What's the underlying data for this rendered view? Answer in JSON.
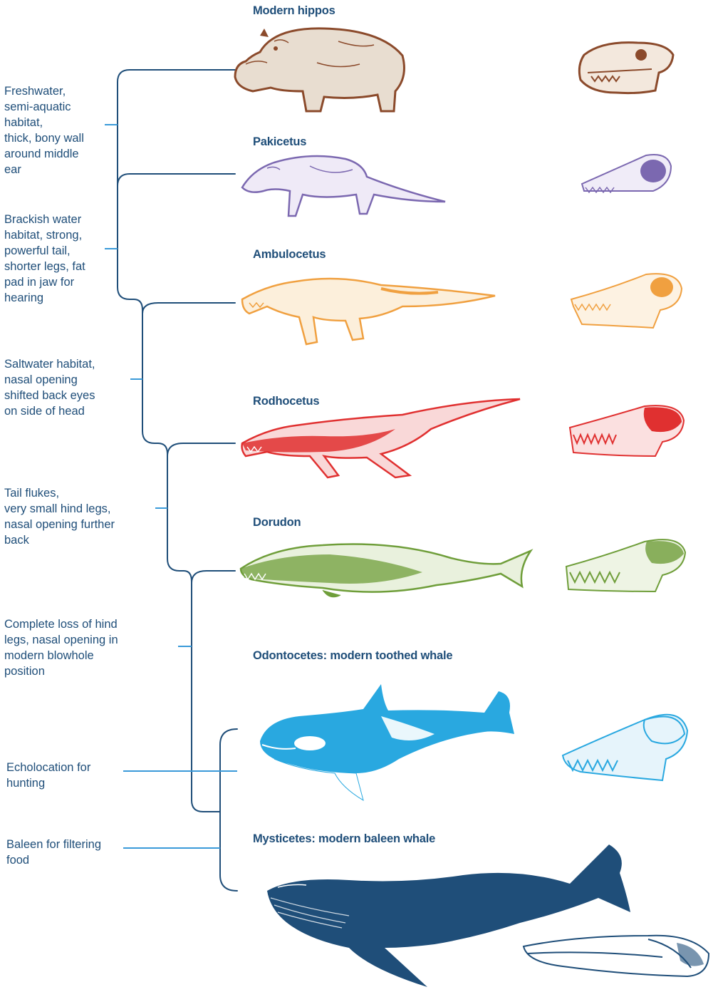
{
  "colors": {
    "tree_line": "#1f4e79",
    "tick": "#3a9ad9",
    "hippo": "#8b4a2b",
    "pakicetus": "#7b68b0",
    "ambulocetus": "#f0a040",
    "rodhocetus": "#e03030",
    "dorudon": "#6f9e3a",
    "odontocete": "#29a8e0",
    "mysticete": "#1f4e79"
  },
  "taxa": [
    {
      "name": "Modern hippos",
      "icon": "hippo-drawing"
    },
    {
      "name": "Pakicetus",
      "icon": "pakicetus-drawing"
    },
    {
      "name": "Ambulocetus",
      "icon": "ambulocetus-drawing"
    },
    {
      "name": "Rodhocetus",
      "icon": "rodhocetus-drawing"
    },
    {
      "name": "Dorudon",
      "icon": "dorudon-drawing"
    },
    {
      "name": "Odontocetes: modern toothed whale",
      "icon": "orca-drawing"
    },
    {
      "name": "Mysticetes: modern baleen whale",
      "icon": "humpback-whale-drawing"
    }
  ],
  "traits": [
    {
      "lines": [
        "Freshwater,",
        "semi-aquatic",
        "habitat,",
        "thick, bony wall",
        "around middle",
        "ear"
      ]
    },
    {
      "lines": [
        "Brackish water",
        "habitat, strong,",
        "powerful tail,",
        "shorter legs, fat",
        "pad in jaw for",
        "hearing"
      ]
    },
    {
      "lines": [
        "Saltwater habitat,",
        "nasal opening",
        "shifted back eyes",
        "on side of head"
      ]
    },
    {
      "lines": [
        "Tail flukes,",
        "very small hind legs,",
        "nasal opening further",
        "back"
      ]
    },
    {
      "lines": [
        "Complete loss of hind",
        "legs, nasal opening in",
        "modern blowhole",
        "position"
      ]
    },
    {
      "lines": [
        "Echolocation for",
        "hunting"
      ]
    },
    {
      "lines": [
        "Baleen for filtering",
        "food"
      ]
    }
  ]
}
